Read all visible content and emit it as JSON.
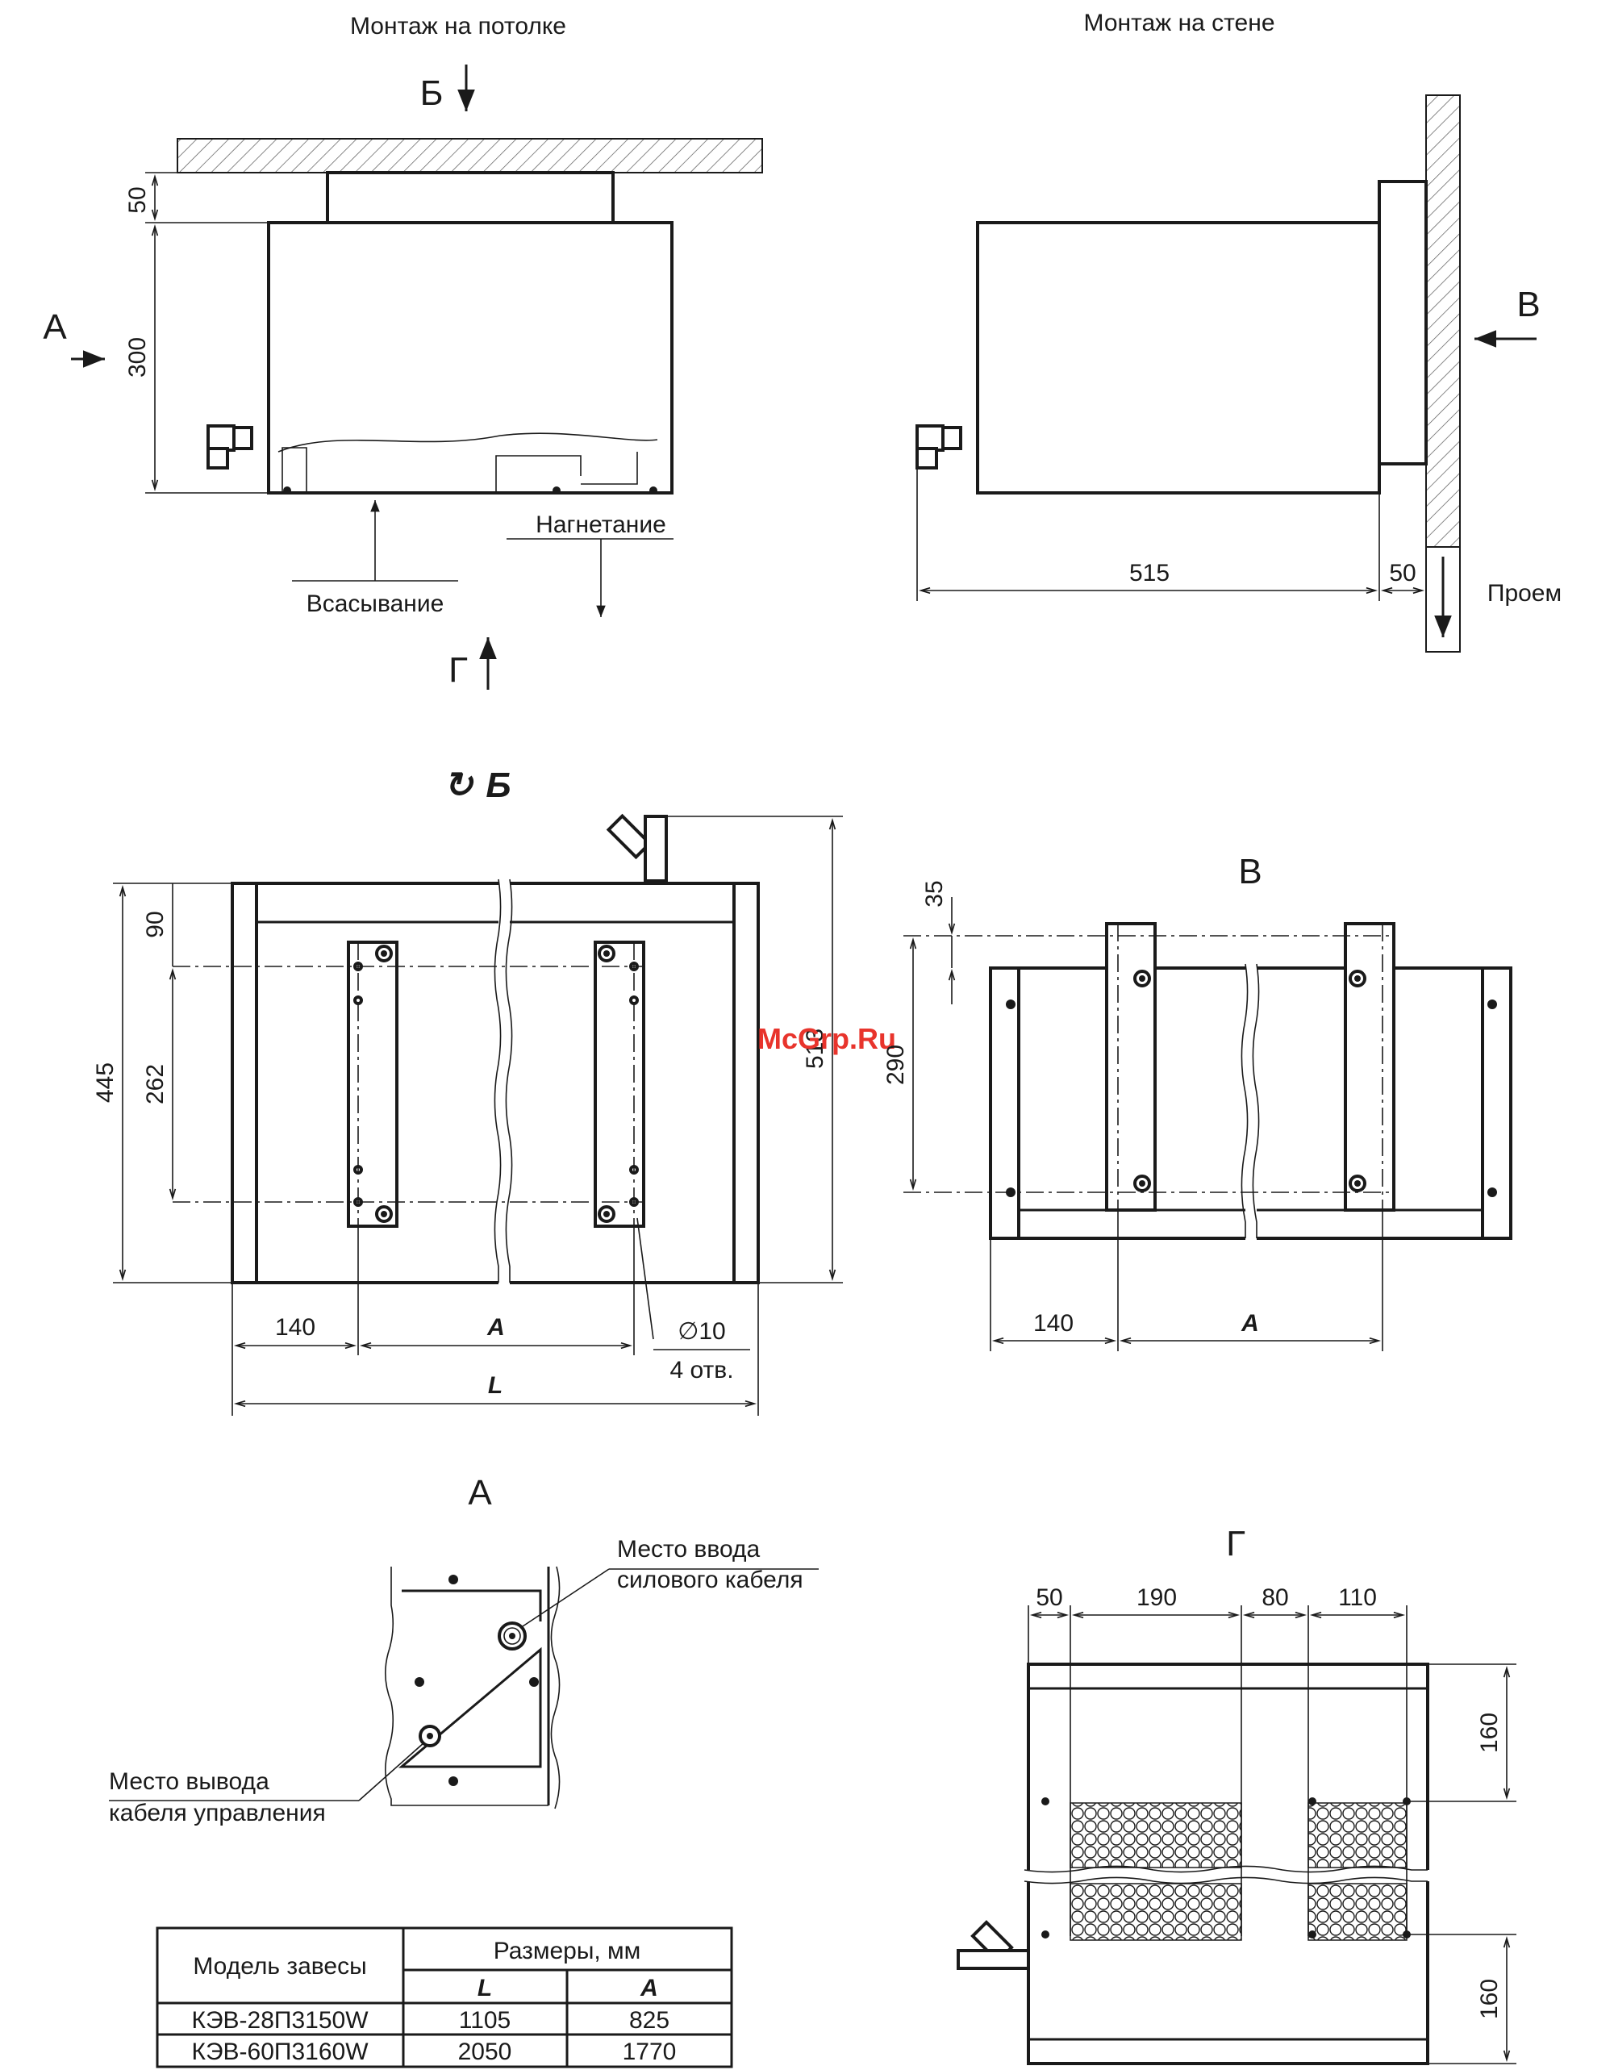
{
  "views": {
    "ceiling_mount": {
      "title": "Монтаж на потолке",
      "view_b_arrow": "Б",
      "view_a_arrow": "А",
      "view_g_arrow": "Г",
      "dim_top_gap": "50",
      "dim_height": "300",
      "intake_label": "Всасывание",
      "discharge_label": "Нагнетание"
    },
    "wall_mount": {
      "title": "Монтаж на стене",
      "view_v_arrow": "В",
      "dim_depth": "515",
      "dim_wall_gap": "50",
      "opening_label": "Проем"
    },
    "view_b": {
      "title": "Б",
      "rotation_symbol": "↻",
      "dim_total_height": "445",
      "dim_bracket_offset": "90",
      "dim_hole_spacing": "262",
      "dim_overall_height": "513",
      "dim_side": "140",
      "dim_a": "A",
      "dim_l": "L",
      "hole_diameter": "∅10",
      "hole_count": "4 отв."
    },
    "view_v": {
      "title": "В",
      "dim_top": "35",
      "dim_hole_spacing": "290",
      "dim_side": "140",
      "dim_a": "A"
    },
    "view_a": {
      "title": "А",
      "power_cable_line1": "Место ввода",
      "power_cable_line2": "силового кабеля",
      "control_cable_line1": "Место вывода",
      "control_cable_line2": "кабеля управления"
    },
    "view_g": {
      "title": "Г",
      "dim_1": "50",
      "dim_2": "190",
      "dim_3": "80",
      "dim_4": "110",
      "dim_top_right": "160",
      "dim_bottom_right": "160"
    }
  },
  "watermark": "McGrp.Ru",
  "table": {
    "header_model": "Модель завесы",
    "header_dims": "Размеры, мм",
    "col_l": "L",
    "col_a": "A",
    "rows": [
      {
        "model": "КЭВ-28П3150W",
        "l": "1105",
        "a": "825"
      },
      {
        "model": "КЭВ-60П3160W",
        "l": "2050",
        "a": "1770"
      }
    ]
  }
}
